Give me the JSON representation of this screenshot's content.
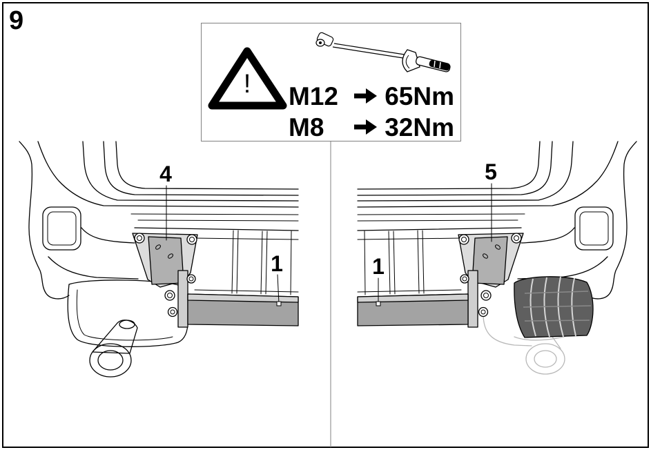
{
  "step": {
    "number": "9"
  },
  "torque_spec": {
    "warning_symbol": "!",
    "warning_icon": "warning-triangle-icon",
    "tool_icon": "torque-wrench-icon",
    "arrow_icon": "right-arrow-icon",
    "rows": [
      {
        "bolt": "M12",
        "torque": "65Nm"
      },
      {
        "bolt": "M8",
        "torque": "32Nm"
      }
    ]
  },
  "callouts": {
    "left_bracket": "4",
    "left_crossbar": "1",
    "right_bracket": "5",
    "right_crossbar": "1"
  },
  "colors": {
    "line": "#000000",
    "frame_gray": "#808080",
    "part_shading": "#b0b0b0"
  }
}
